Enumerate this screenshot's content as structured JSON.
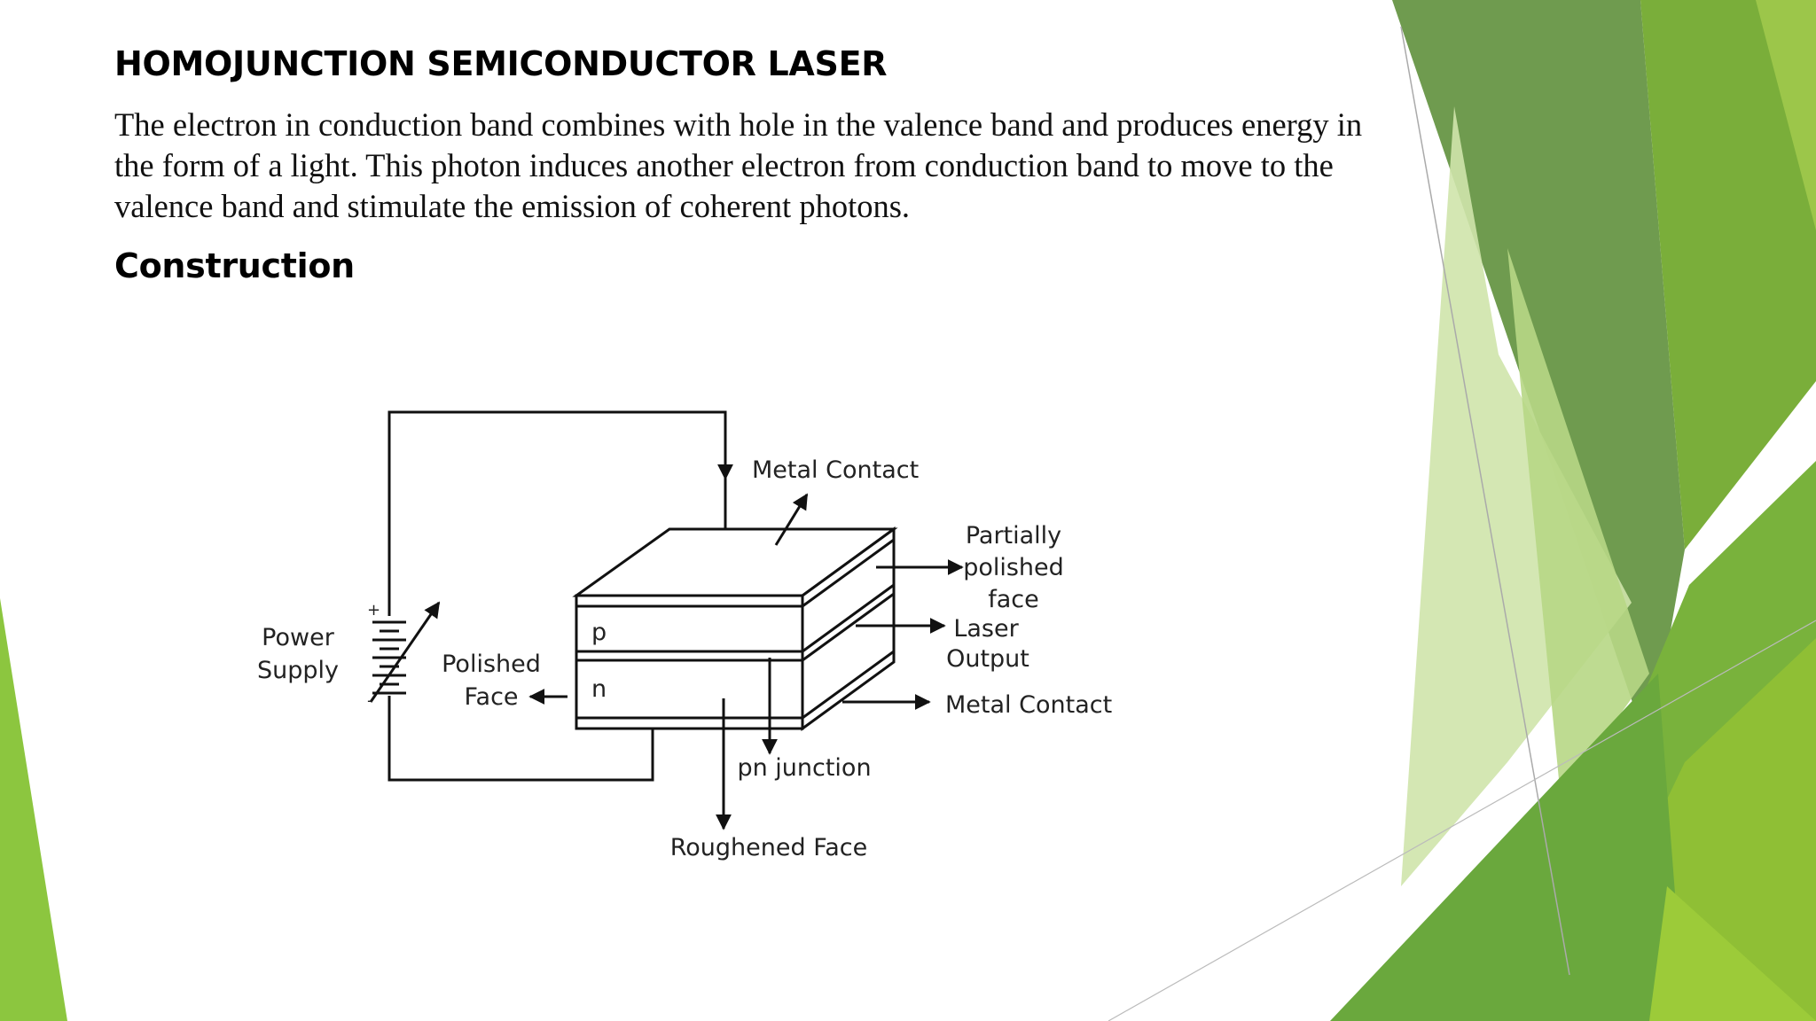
{
  "slide": {
    "title": "HOMOJUNCTION SEMICONDUCTOR LASER",
    "body": "The electron in conduction band combines with hole in the valence band and produces energy in the form of a light. This photon induces another electron from conduction band to move to the valence band and stimulate the emission of coherent photons.",
    "section_heading": "Construction"
  },
  "diagram": {
    "labels": {
      "metal_contact_top": "Metal Contact",
      "partially_line1": "Partially",
      "partially_line2": "polished",
      "partially_line3": "face",
      "laser_line1": "Laser",
      "laser_line2": "Output",
      "metal_contact_bottom": "Metal Contact",
      "power_line1": "Power",
      "power_line2": "Supply",
      "polished_line1": "Polished",
      "polished_line2": "Face",
      "p_layer": "p",
      "n_layer": "n",
      "pn_junction": "pn junction",
      "roughened_face": "Roughened Face",
      "plus_sign": "+",
      "minus_sign": "-"
    }
  },
  "theme": {
    "green_dark": "#4f8a2a",
    "green_mid": "#76b33a",
    "green_light": "#8fc23d",
    "green_pale": "#d9ebbd"
  }
}
